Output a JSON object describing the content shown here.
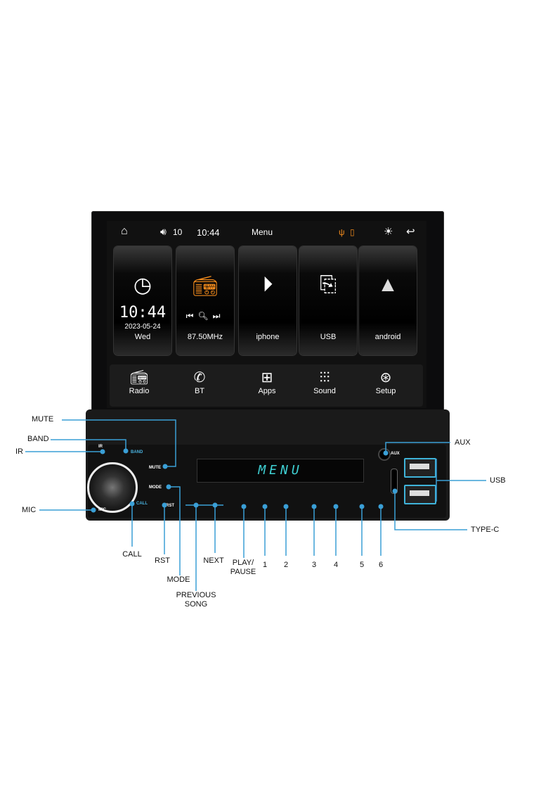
{
  "screen": {
    "topbar": {
      "volume": "10",
      "time": "10:44",
      "title": "Menu"
    },
    "tiles": [
      {
        "clock": "10:44",
        "date": "2023-05-24",
        "day": "Wed"
      },
      {
        "label": "87.50MHz"
      },
      {
        "label": "iphone"
      },
      {
        "label": "USB"
      },
      {
        "label": "android"
      }
    ],
    "dock": [
      "Radio",
      "BT",
      "Apps",
      "Sound",
      "Setup"
    ]
  },
  "panel": {
    "display_text": "MENU",
    "buttons": {
      "ir": "IR",
      "band": "BAND",
      "mute": "MUTE",
      "mode": "MODE",
      "call": "CALL",
      "rst": "RST",
      "mic": "MIC",
      "aux": "AUX"
    },
    "presets": [
      "1",
      "2",
      "3",
      "4",
      "5",
      "6"
    ]
  },
  "callouts": {
    "mute": "MUTE",
    "band": "BAND",
    "ir": "IR",
    "mic": "MIC",
    "call": "CALL",
    "rst": "RST",
    "mode": "MODE",
    "previous_1": "PREVIOUS",
    "previous_2": "SONG",
    "next": "NEXT",
    "play_1": "PLAY/",
    "play_2": "PAUSE",
    "p1": "1",
    "p2": "2",
    "p3": "3",
    "p4": "4",
    "p5": "5",
    "p6": "6",
    "aux": "AUX",
    "usb": "USB",
    "typec": "TYPE-C"
  },
  "colors": {
    "callout": "#3a9fd6",
    "lcd": "#3fd1d4",
    "radio_icon": "#f08a1c"
  }
}
